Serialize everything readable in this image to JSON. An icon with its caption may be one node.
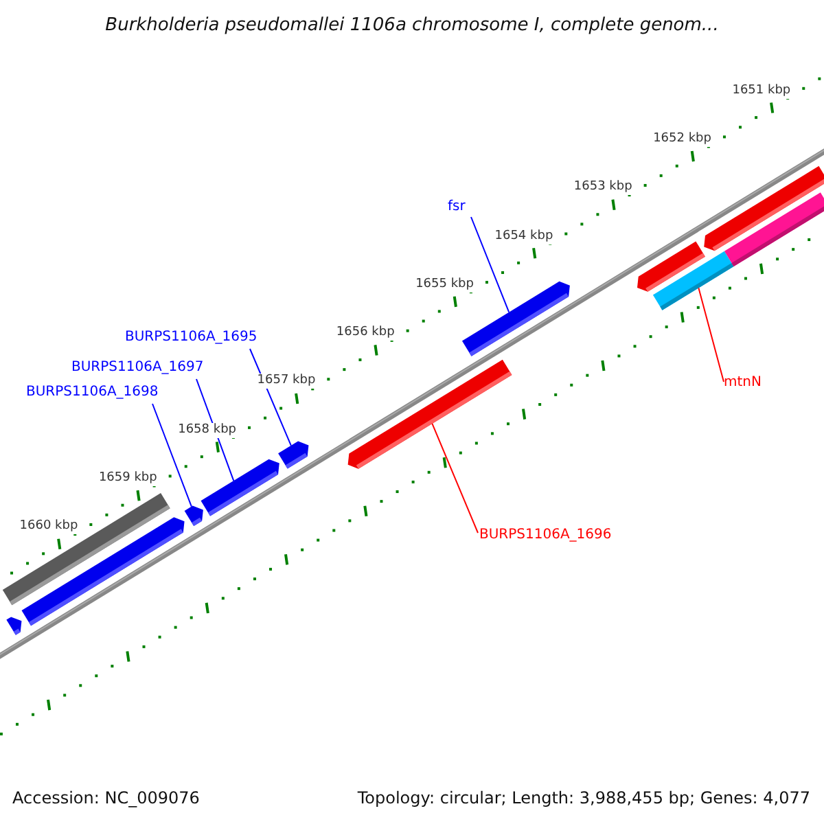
{
  "diagram": {
    "title": "Burkholderia pseudomallei 1106a chromosome I, complete genom...",
    "nodes": [
      {
        "text": [
          "fsr"
        ]
      },
      {
        "text": [
          "BURPS1106A_1695"
        ]
      },
      {
        "text": [
          "BURPS1106A_1697"
        ]
      },
      {
        "text": [
          "BURPS1106A_1698"
        ]
      },
      {
        "text": [
          "mtnN"
        ]
      },
      {
        "text": [
          "BURPS1106A_1696"
        ]
      },
      {
        "text": [],
        "shape": "bar"
      },
      {
        "text": [],
        "shape": "bar"
      },
      {
        "text": [],
        "shape": "bar"
      },
      {
        "text": [],
        "shape": "bar"
      },
      {
        "text": [],
        "shape": "bar"
      },
      {
        "text": [],
        "shape": "bar"
      },
      {
        "text": [],
        "shape": "bar"
      },
      {
        "text": [],
        "shape": "bar"
      },
      {
        "text": [],
        "shape": "bar"
      },
      {
        "text": [],
        "shape": "bar"
      },
      {
        "text": [],
        "shape": "bar"
      },
      {
        "text": [],
        "shape": "bar"
      }
    ],
    "edges": [
      {
        "from": 0,
        "to": 13,
        "arrow": "none"
      },
      {
        "from": 1,
        "to": 11,
        "arrow": "none"
      },
      {
        "from": 2,
        "to": 10,
        "arrow": "none"
      },
      {
        "from": 3,
        "to": 9,
        "arrow": "none"
      },
      {
        "from": 4,
        "to": 15,
        "arrow": "none",
        "color": "#ff0000"
      },
      {
        "from": 5,
        "to": 12,
        "arrow": "none",
        "color": "#ff0000"
      }
    ],
    "labels": [
      "1651 kbp",
      "1652 kbp",
      "1653 kbp",
      "1654 kbp",
      "1655 kbp",
      "1656 kbp",
      "1657 kbp",
      "1658 kbp",
      "1659 kbp",
      "1660 kbp",
      "Accession: NC_009076",
      "Topology: circular; Length: 3,988,455 bp; Genes: 4,077"
    ]
  }
}
